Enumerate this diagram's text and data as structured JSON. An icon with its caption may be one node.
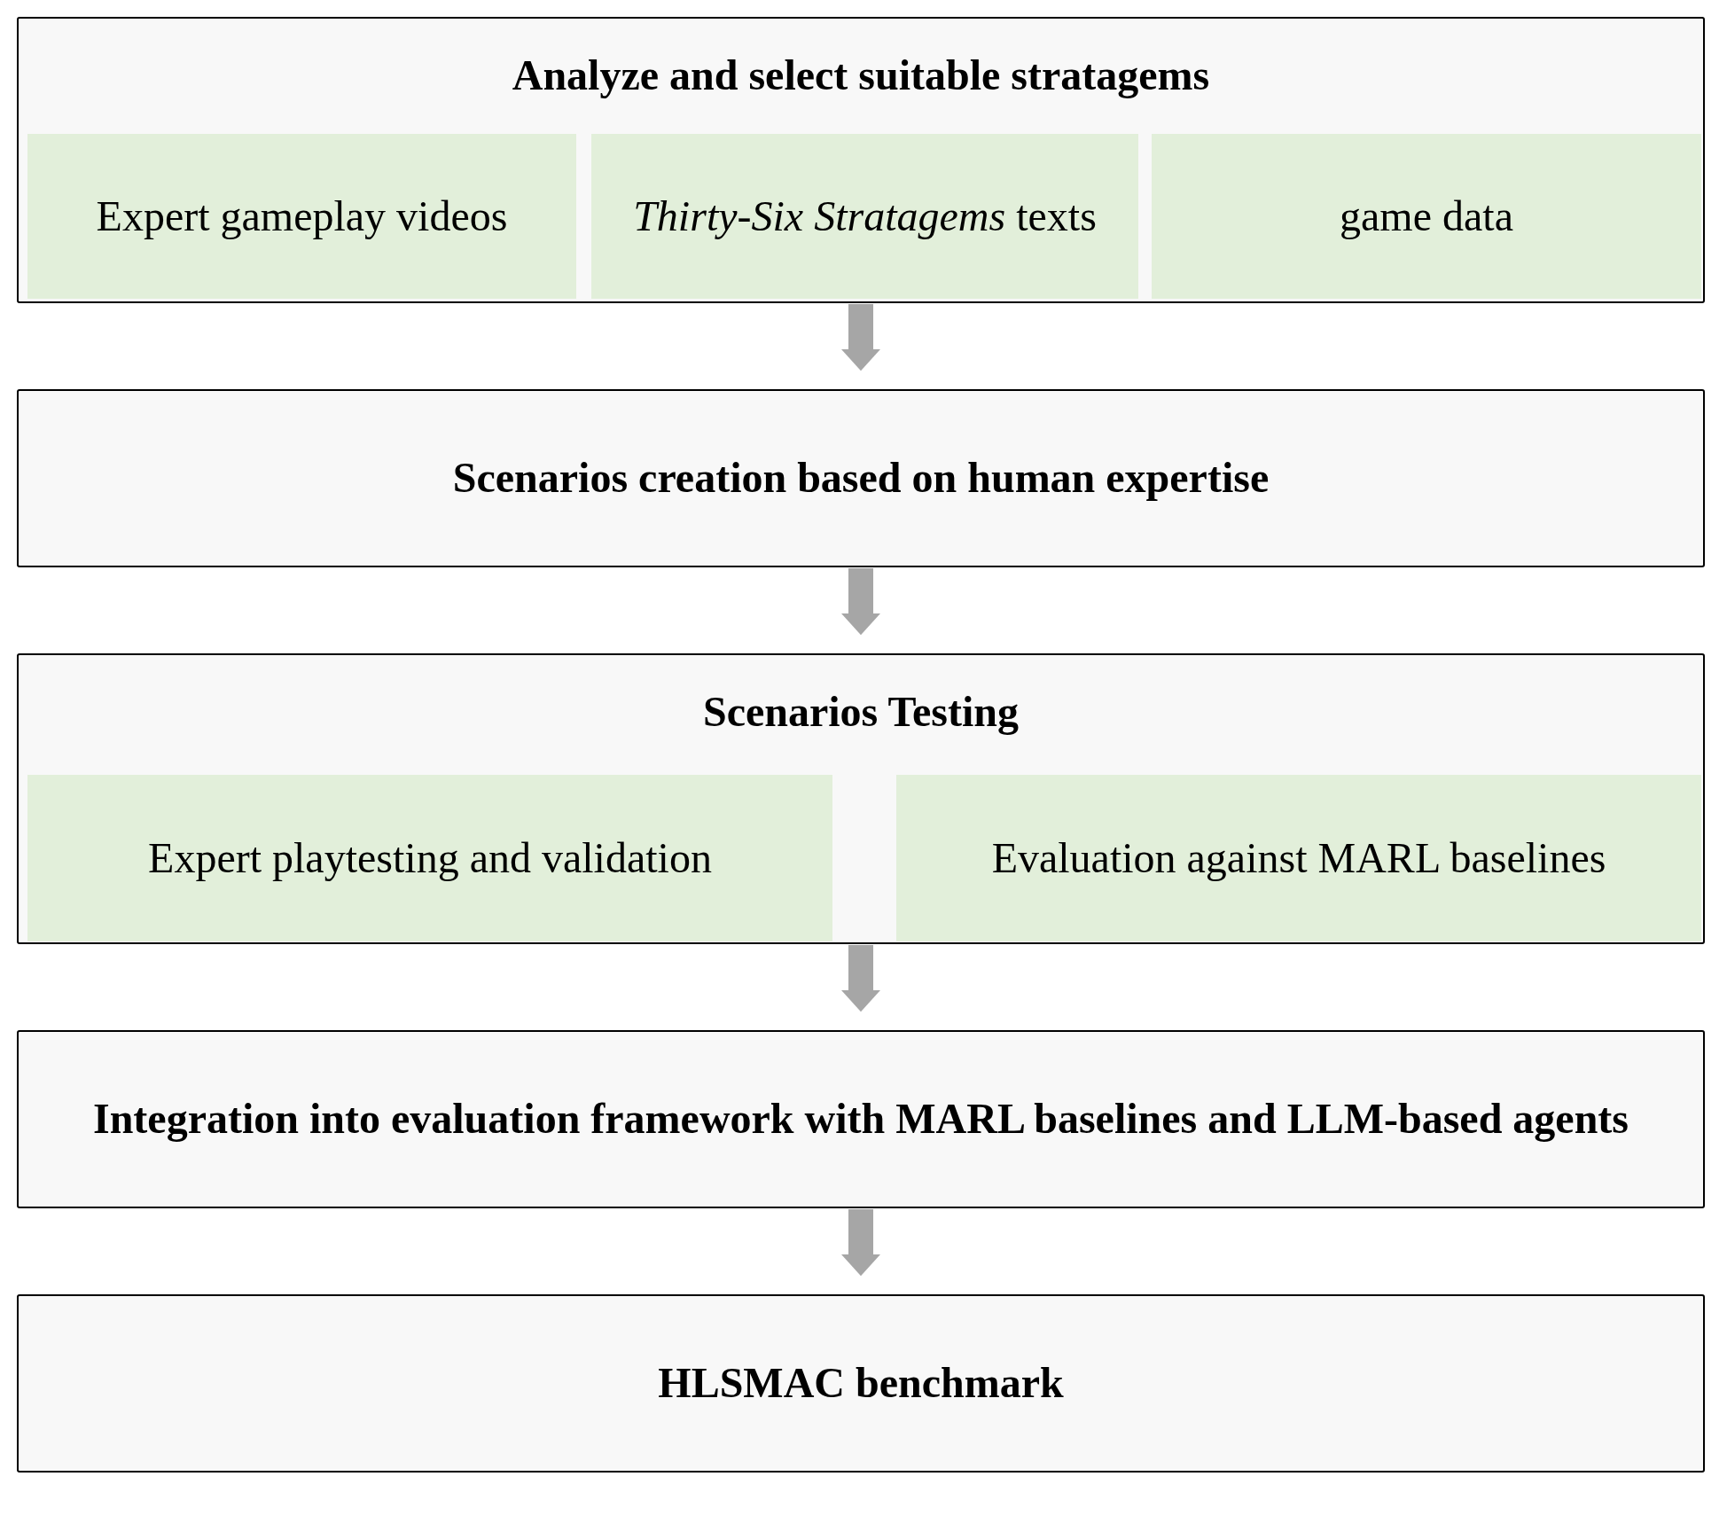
{
  "diagram": {
    "nodes": [
      {
        "text": [
          "Analyze and select suitable stratagems"
        ]
      },
      {
        "text": [
          "Expert gameplay videos"
        ],
        "in": 0
      },
      {
        "text": [
          "*Thirty-Six Stratagems* texts"
        ],
        "in": 0
      },
      {
        "text": [
          "game data"
        ],
        "in": 0
      },
      {
        "text": [
          "Scenarios creation based on human expertise"
        ]
      },
      {
        "text": [
          "Scenarios Testing"
        ]
      },
      {
        "text": [
          "Expert playtesting and validation"
        ],
        "in": 5
      },
      {
        "text": [
          "Evaluation against MARL baselines"
        ],
        "in": 5
      },
      {
        "text": [
          "Integration into evaluation framework with MARL baselines and LLM-based agents"
        ]
      },
      {
        "text": [
          "HLSMAC benchmark"
        ]
      }
    ],
    "edges": [
      {
        "from": 0,
        "to": 4,
        "arrow": "to"
      },
      {
        "from": 4,
        "to": 5,
        "arrow": "to"
      },
      {
        "from": 5,
        "to": 8,
        "arrow": "to"
      },
      {
        "from": 8,
        "to": 9,
        "arrow": "to"
      }
    ]
  }
}
